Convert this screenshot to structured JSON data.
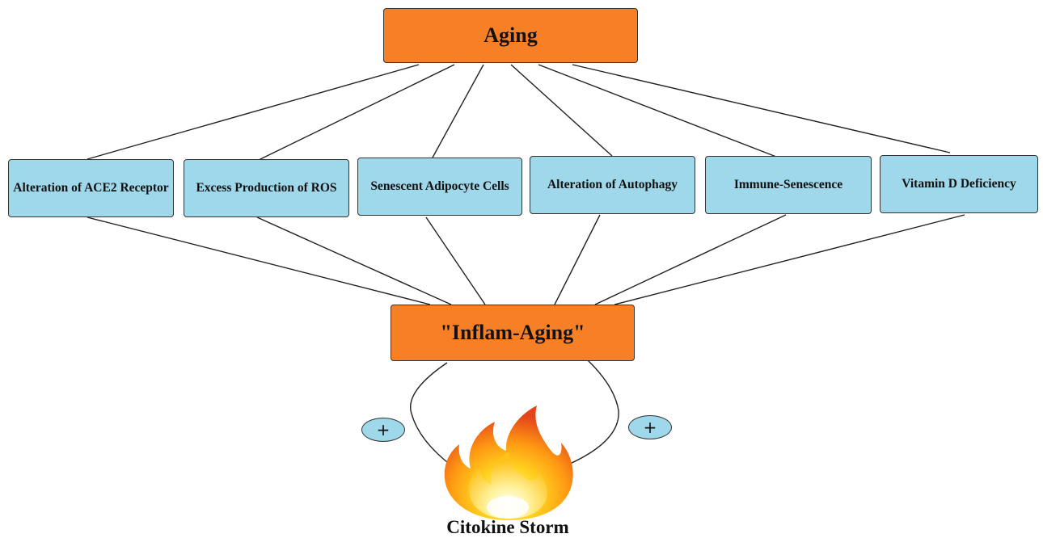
{
  "diagram": {
    "top": {
      "label": "Aging"
    },
    "factors": [
      {
        "label": "Alteration of ACE2 Receptor"
      },
      {
        "label": "Excess Production of ROS"
      },
      {
        "label": "Senescent Adipocyte Cells"
      },
      {
        "label": "Alteration of Autophagy"
      },
      {
        "label": "Immune-Senescence"
      },
      {
        "label": "Vitamin D Deficiency"
      }
    ],
    "middle": {
      "label": "\"Inflam-Aging\""
    },
    "bottom": {
      "label": "Citokine Storm",
      "icon": "fire-icon"
    },
    "loop_signs": [
      "+",
      "+"
    ]
  },
  "colors": {
    "node_primary": "#f77f26",
    "node_factor": "#9ed8ea",
    "connector": "#222222"
  }
}
